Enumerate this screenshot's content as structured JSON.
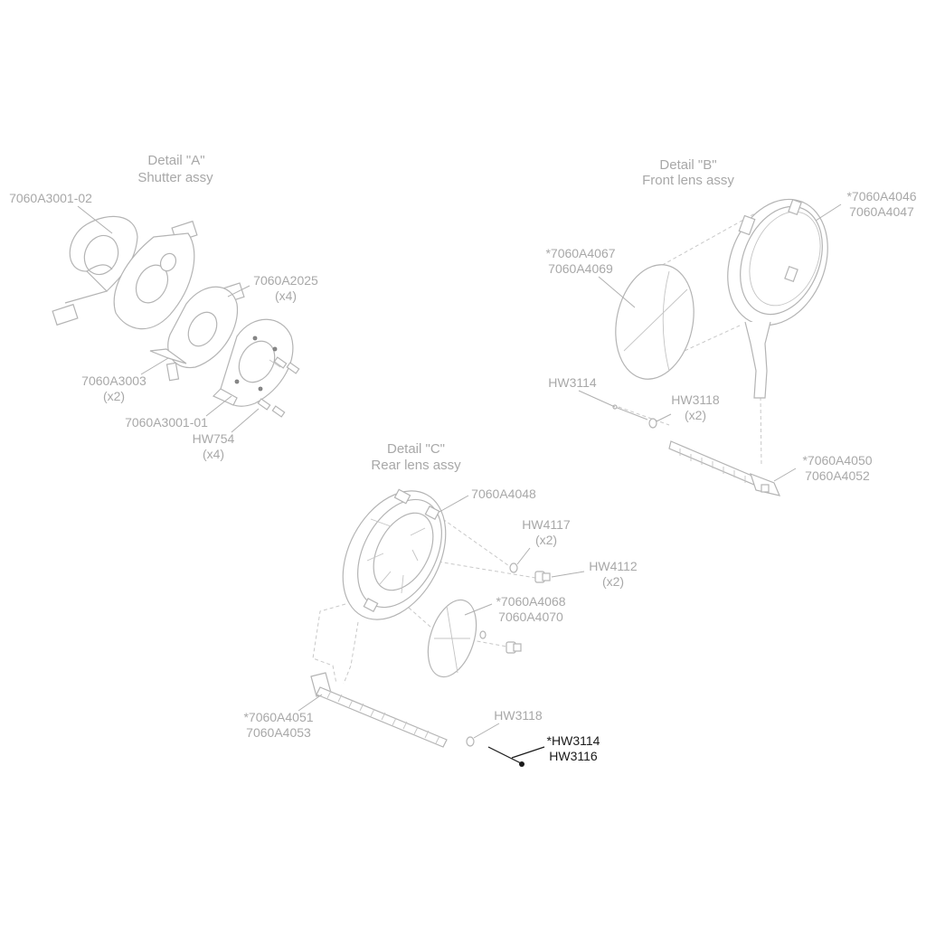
{
  "details": {
    "a": {
      "title": "Detail \"A\"",
      "subtitle": "Shutter assy"
    },
    "b": {
      "title": "Detail \"B\"",
      "subtitle": "Front lens assy"
    },
    "c": {
      "title": "Detail \"C\"",
      "subtitle": "Rear lens assy"
    }
  },
  "callouts": {
    "a_3001_02": "7060A3001-02",
    "a_2025": "7060A2025",
    "a_2025_qty": "(x4)",
    "a_3003": "7060A3003",
    "a_3003_qty": "(x2)",
    "a_3001_01": "7060A3001-01",
    "a_hw754": "HW754",
    "a_hw754_qty": "(x4)",
    "b_4046": "*7060A4046",
    "b_4047": "7060A4047",
    "b_4067": "*7060A4067",
    "b_4069": "7060A4069",
    "b_hw3114": "HW3114",
    "b_hw3118": "HW3118",
    "b_hw3118_qty": "(x2)",
    "b_4050": "*7060A4050",
    "b_4052": "7060A4052",
    "c_4048": "7060A4048",
    "c_hw4117": "HW4117",
    "c_hw4117_qty": "(x2)",
    "c_hw4112": "HW4112",
    "c_hw4112_qty": "(x2)",
    "c_4068": "*7060A4068",
    "c_4070": "7060A4070",
    "c_4051": "*7060A4051",
    "c_4053": "7060A4053",
    "c_hw3118": "HW3118",
    "c_hw3114": "*HW3114",
    "c_hw3116": "HW3116"
  },
  "colors": {
    "line": "#b4b4b4",
    "label": "#a8a8a8",
    "highlight": "#1a1a1a",
    "background": "#ffffff"
  }
}
